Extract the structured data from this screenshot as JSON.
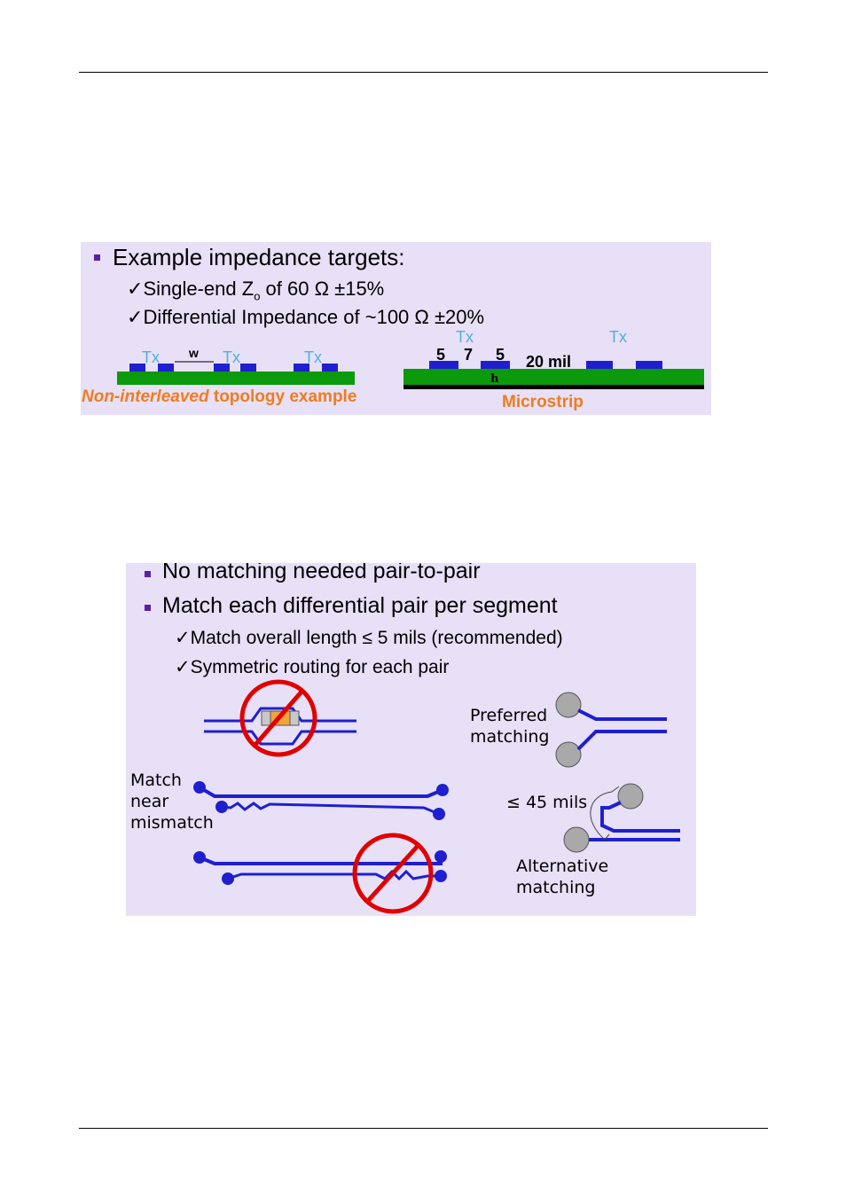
{
  "slide1": {
    "heading": "Example impedance targets:",
    "checks": [
      {
        "mark": "✓",
        "pre": "Single-end Z",
        "sub": "o",
        "post": " of 60 Ω ±15%"
      },
      {
        "mark": "✓",
        "text": "Differential Impedance of ~100 Ω ±20%"
      }
    ],
    "left_diagram": {
      "tx_labels": [
        "Tx",
        "Tx",
        "Tx"
      ],
      "w_label": "w",
      "caption_italic": "Non-interleaved",
      "caption_rest": " topology example"
    },
    "right_diagram": {
      "tx_labels": [
        "Tx",
        "Tx"
      ],
      "dims": [
        "5",
        "7",
        "5"
      ],
      "spacing_label": "20 mil",
      "h_label": "h",
      "caption": "Microstrip"
    },
    "colors": {
      "panel": "#e7e0f7",
      "green": "#0b9a0b",
      "trace": "#1f1fcf",
      "tx": "#4fb0e0",
      "orange": "#f07c1e",
      "bullet": "#5a1fa6"
    }
  },
  "slide2": {
    "bullets": [
      "No matching needed pair-to-pair",
      "Match each differential pair per segment"
    ],
    "checks": [
      {
        "mark": "✓",
        "text": "Match overall length ≤ 5 mils (recommended)"
      },
      {
        "mark": "✓",
        "text": "Symmetric routing for each pair"
      }
    ],
    "preferred_label": [
      "Preferred",
      "matching"
    ],
    "match_near_label": [
      "Match",
      "near",
      "mismatch"
    ],
    "le45_label": "≤ 45 mils",
    "alternative_label": [
      "Alternative",
      "matching"
    ],
    "colors": {
      "trace": "#1f1fcf",
      "prohibit": "#e00000",
      "pad": "#a9a9a9"
    }
  }
}
